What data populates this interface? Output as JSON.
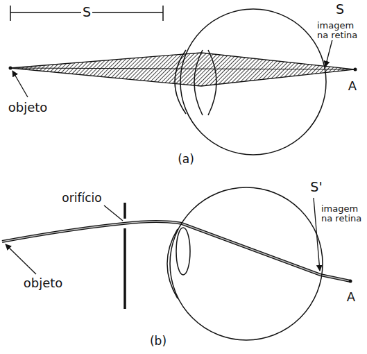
{
  "diagram": {
    "labels": [
      "S",
      "S",
      "imagem na retina",
      "objeto",
      "A",
      "(a)",
      "orifício",
      "S'",
      "imagem na retina",
      "objeto",
      "A",
      "(b)"
    ]
  }
}
